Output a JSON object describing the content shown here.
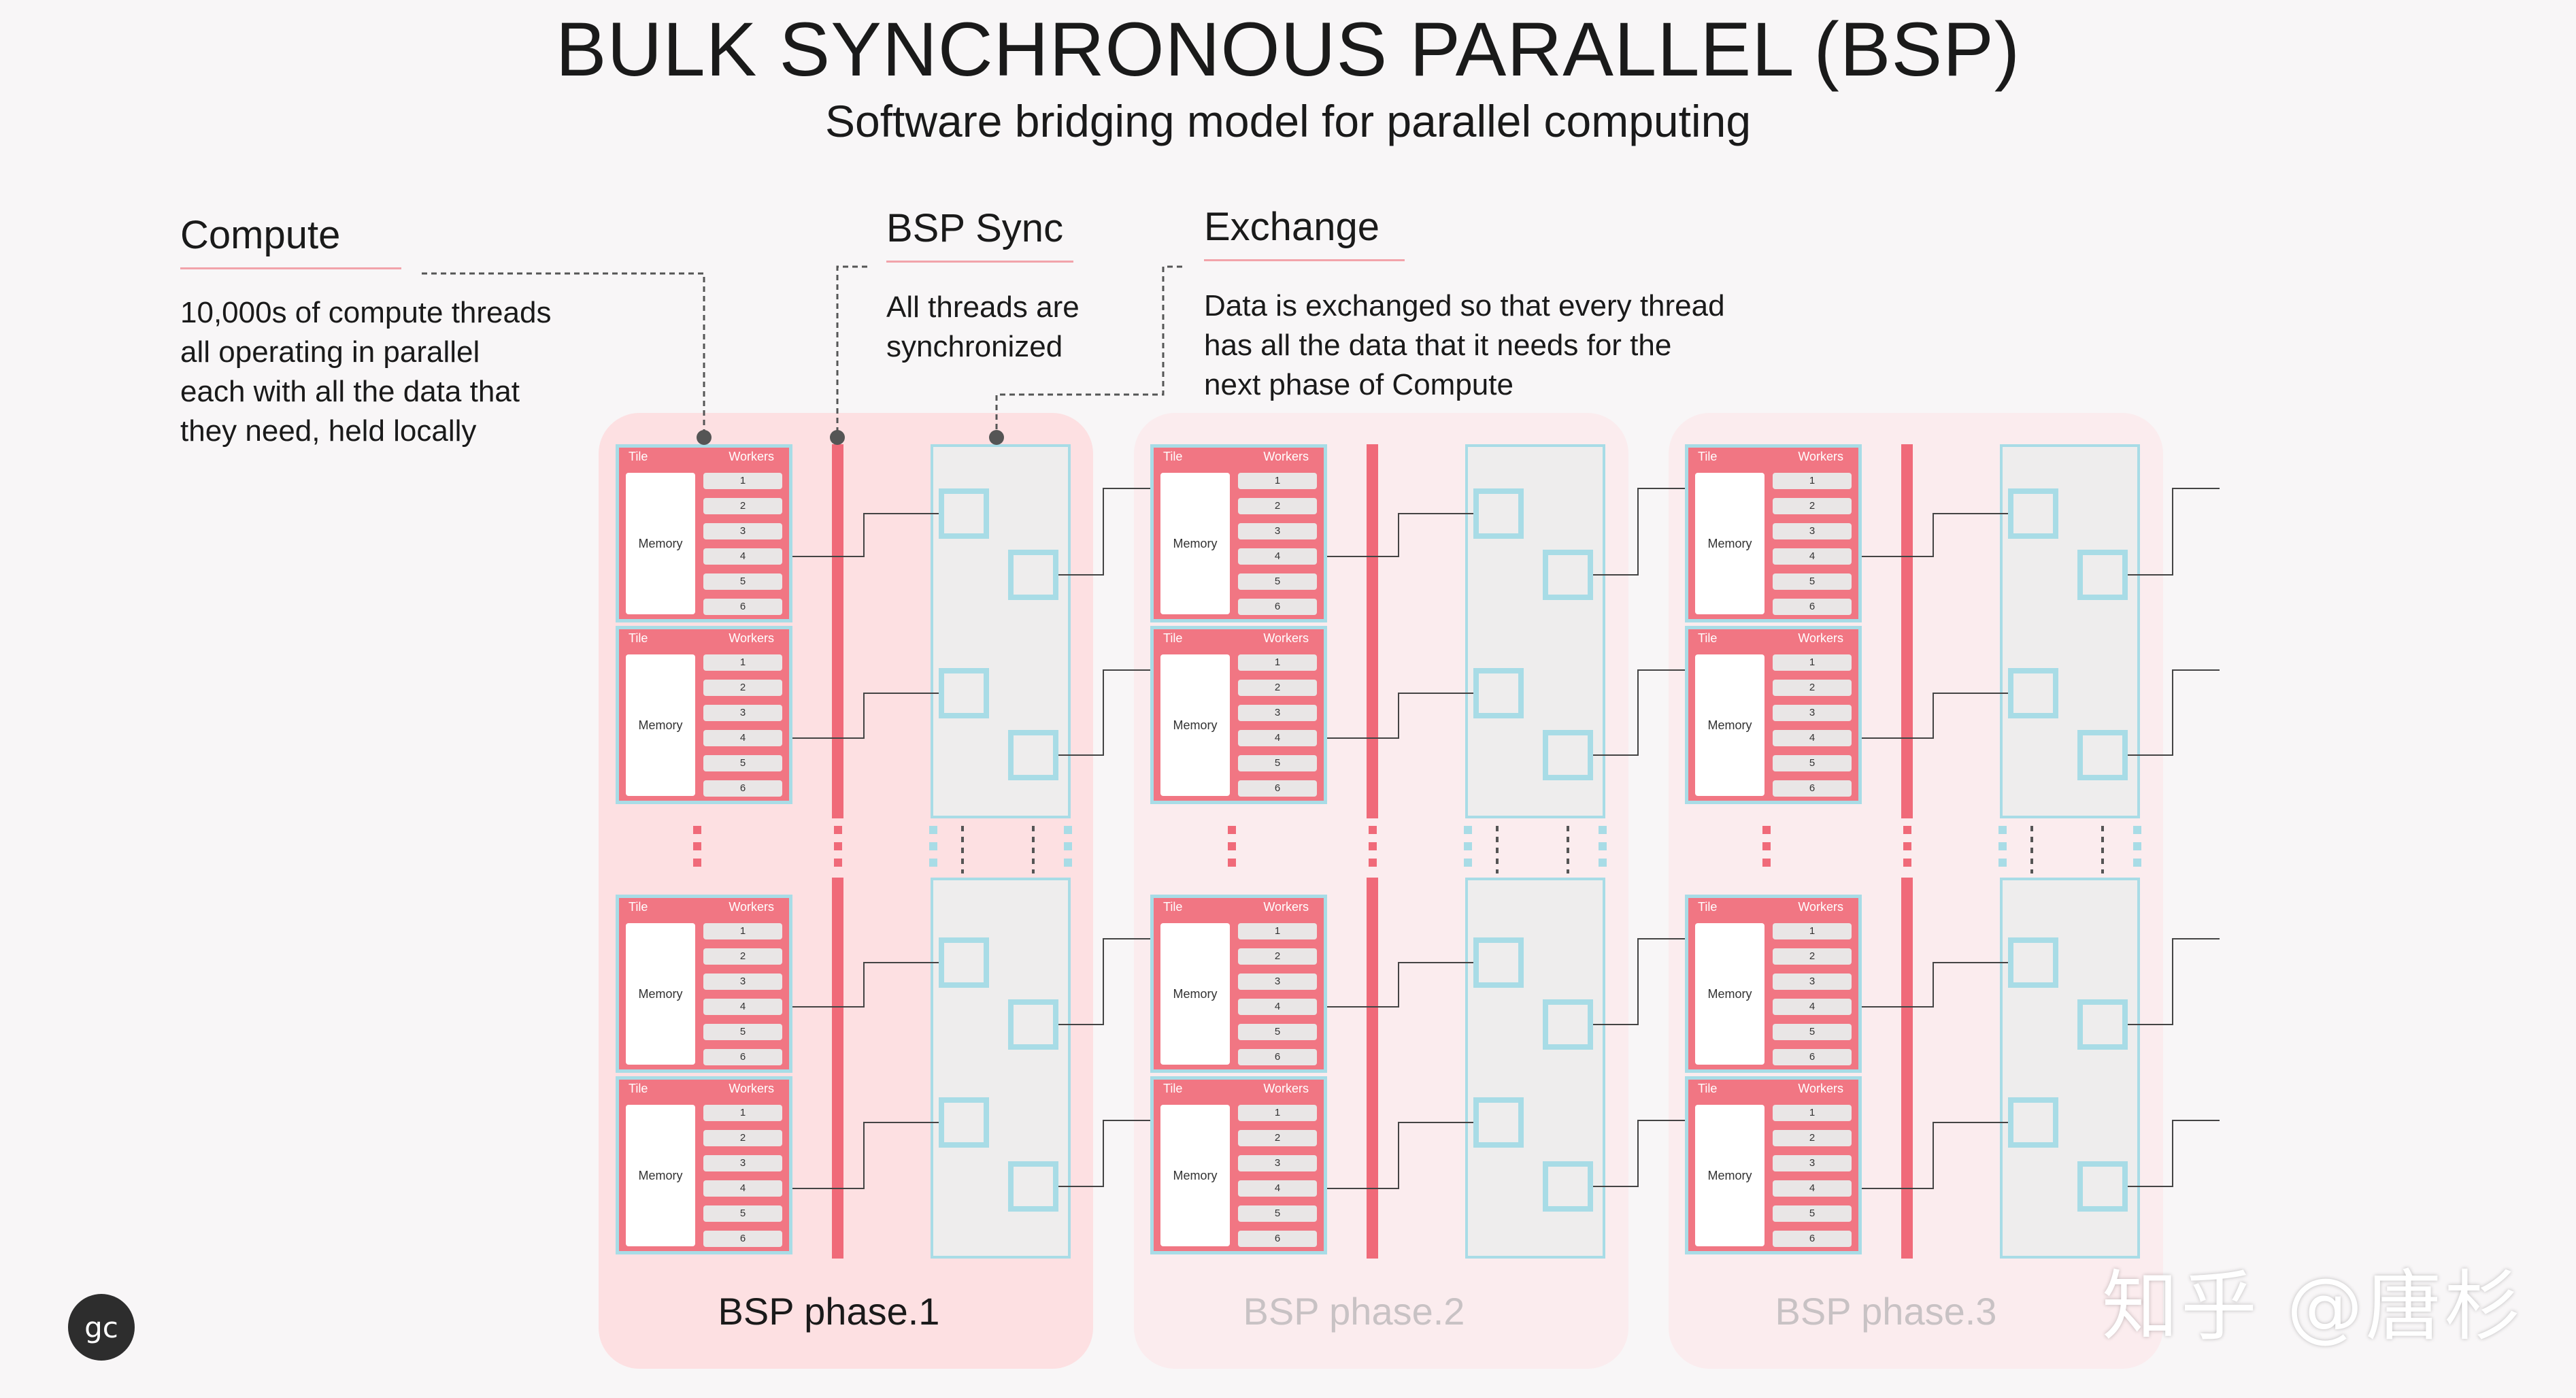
{
  "header": {
    "title": "BULK SYNCHRONOUS PARALLEL (BSP)",
    "subtitle": "Software bridging model for parallel computing"
  },
  "annotations": {
    "compute": {
      "label": "Compute",
      "lines": [
        "10,000s of compute threads",
        "all operating in parallel",
        "each with all the data that",
        "they need, held locally"
      ]
    },
    "sync": {
      "label": "BSP Sync",
      "lines": [
        "All threads are",
        "synchronized"
      ]
    },
    "exchange": {
      "label": "Exchange",
      "lines": [
        "Data is exchanged so that every thread",
        "has all the data that it needs for the",
        "next phase of Compute"
      ]
    }
  },
  "tile": {
    "tile_label": "Tile",
    "workers_label": "Workers",
    "memory_label": "Memory",
    "worker_numbers": [
      "1",
      "2",
      "3",
      "4",
      "5",
      "6"
    ]
  },
  "phases": [
    {
      "label": "BSP phase.1",
      "active": true
    },
    {
      "label": "BSP phase.2",
      "active": false
    },
    {
      "label": "BSP phase.3",
      "active": false
    }
  ],
  "colors": {
    "tile": "#f17683",
    "sync_bar": "#f06a79",
    "exchange_border": "#a8dce6",
    "active_phase_bg": "#fde0e2",
    "inactive_phase_bg": "#fbecee",
    "inactive_phase_text": "#c8c2c4"
  },
  "logo": {
    "icon": "graphcore-logo-icon",
    "text": "gc"
  },
  "watermark": "知乎 @唐杉"
}
